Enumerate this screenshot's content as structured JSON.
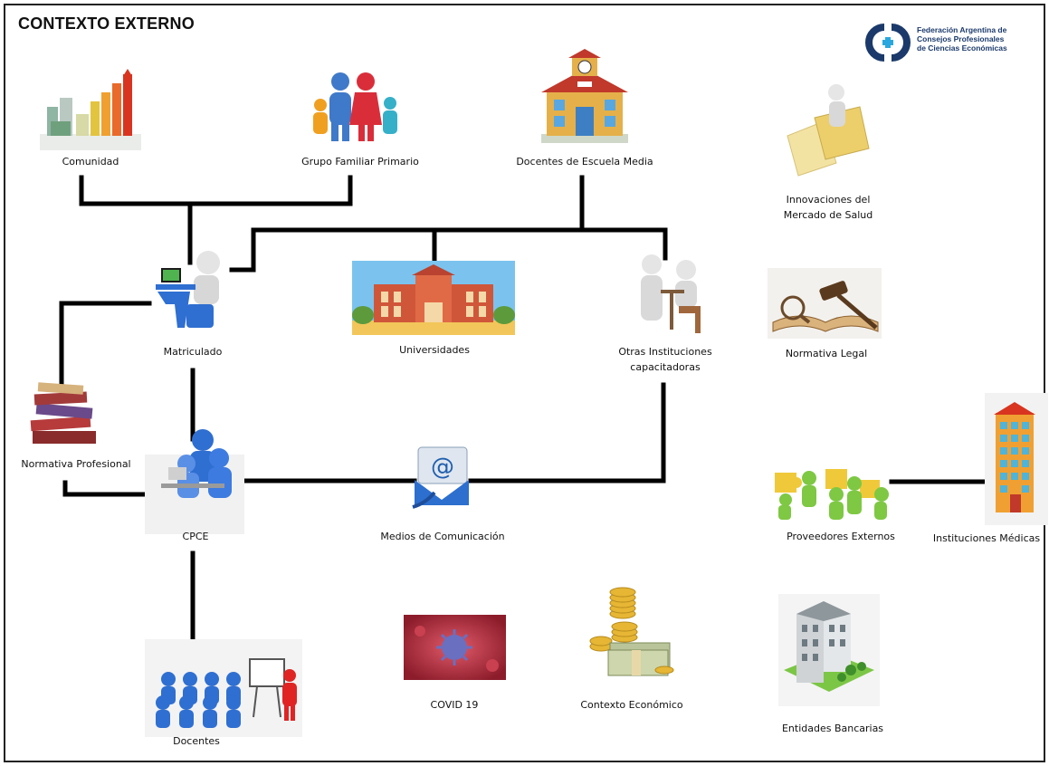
{
  "title": "CONTEXTO EXTERNO",
  "logo": {
    "text": "Federación Argentina de\nConsejos Profesionales\nde Ciencias Económicas"
  },
  "nodes": {
    "comunidad": "Comunidad",
    "grupo_familiar": "Grupo Familiar  Primario",
    "docentes_escuela_media": "Docentes de Escuela Media",
    "innovaciones": "Innovaciones del\nMercado de Salud",
    "matriculado": "Matriculado",
    "universidades": "Universidades",
    "otras_instituciones": "Otras Instituciones\ncapacitadoras",
    "normativa_legal": "Normativa Legal",
    "normativa_profesional": "Normativa Profesional",
    "cpce": "CPCE",
    "medios_comunicacion": "Medios de Comunicación",
    "proveedores_externos": "Proveedores Externos",
    "instituciones_medicas": "Instituciones Médicas",
    "docentes": "Docentes",
    "covid": "COVID 19",
    "contexto_economico": "Contexto Económico",
    "entidades_bancarias": "Entidades Bancarias"
  },
  "colors": {
    "connector": "#000000",
    "brand_blue": "#1b3a6b",
    "figure_blue": "#2f6fd1"
  }
}
